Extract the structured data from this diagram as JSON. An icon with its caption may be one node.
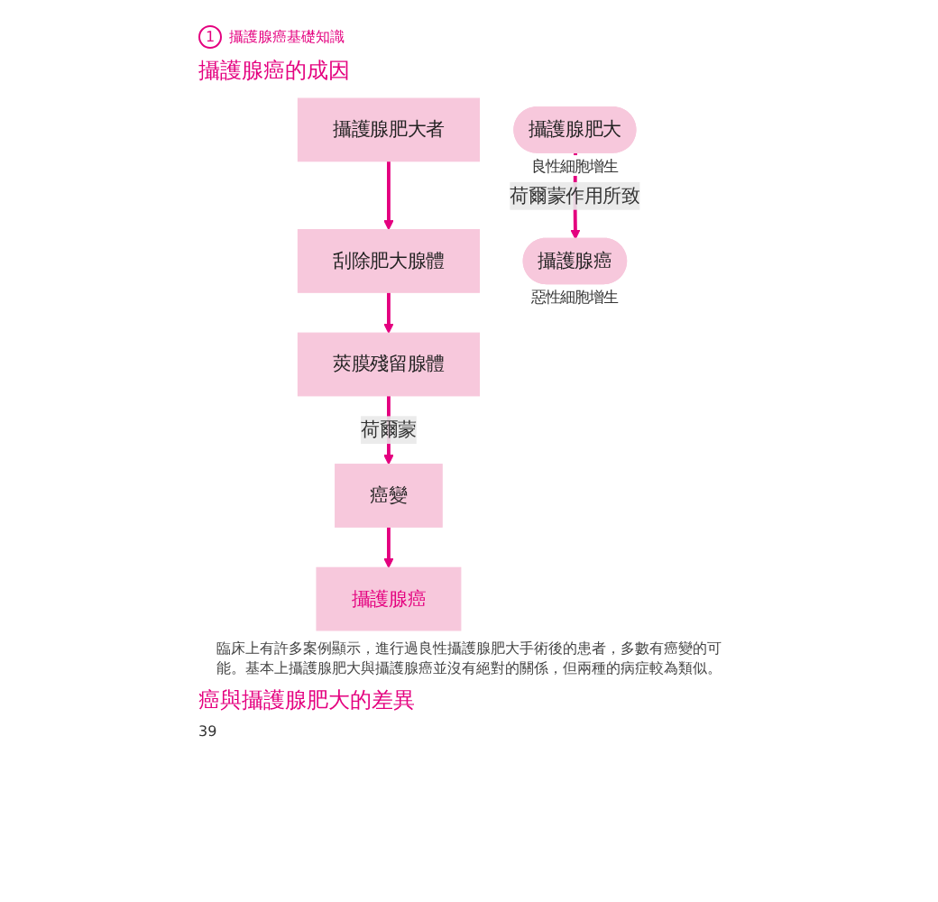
{
  "diagram": {
    "nodes": [
      {
        "text": [
          "攝護腺肥大者"
        ]
      },
      {
        "text": [
          "刮除肥大腺體"
        ]
      },
      {
        "text": [
          "莢膜殘留腺體"
        ]
      },
      {
        "text": [
          "癌變"
        ]
      },
      {
        "text": [
          "攝護腺癌"
        ]
      },
      {
        "text": [
          "攝護腺肥大"
        ],
        "beside": [
          "良性細胞增生"
        ]
      },
      {
        "text": [
          "攝護腺癌"
        ],
        "beside": [
          "惡性細胞增生"
        ]
      }
    ],
    "edges": [
      {
        "from": 0,
        "to": 1,
        "arrow": "to"
      },
      {
        "from": 1,
        "to": 2,
        "arrow": "to"
      },
      {
        "from": 2,
        "to": 3,
        "arrow": "to",
        "label": "荷爾蒙"
      },
      {
        "from": 3,
        "to": 4,
        "arrow": "to"
      },
      {
        "from": 5,
        "to": 6,
        "arrow": "to",
        "label": "荷爾蒙作用所致"
      }
    ],
    "labels": [
      "1",
      "攝護腺癌基礎知識",
      "攝護腺癌的成因",
      "臨床上有許多案例顯示，進行過良性攝護腺肥大手術後的患者，多數有癌變的可能。基本上攝護腺肥大與攝護腺癌並沒有絕對的關係，但兩種的病症較為類似。",
      "癌與攝護腺肥大的差異",
      "39"
    ]
  }
}
